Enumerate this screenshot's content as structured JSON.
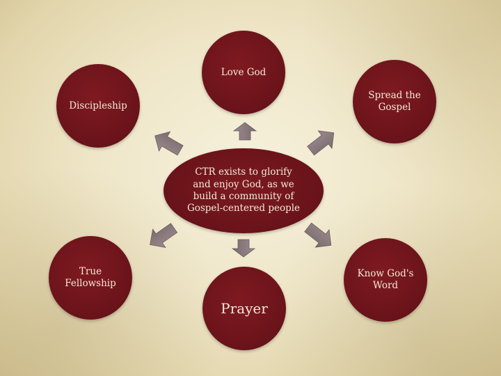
{
  "center": {
    "text": "CTR exists to glorify\nand enjoy God, as we\nbuild a community of\nGospel-centered people"
  },
  "nodes": [
    {
      "id": "love-god",
      "text": "Love God"
    },
    {
      "id": "spread-gospel",
      "text": "Spread the\nGospel"
    },
    {
      "id": "know-word",
      "text": "Know God's\nWord"
    },
    {
      "id": "prayer",
      "text": "Prayer"
    },
    {
      "id": "true-fellowship",
      "text": "True\nFellowship"
    },
    {
      "id": "discipleship",
      "text": "Discipleship"
    }
  ],
  "colors": {
    "node_fill": "#6d141b",
    "arrow_fill": "#8a7b7e",
    "text": "#f4ead8"
  }
}
